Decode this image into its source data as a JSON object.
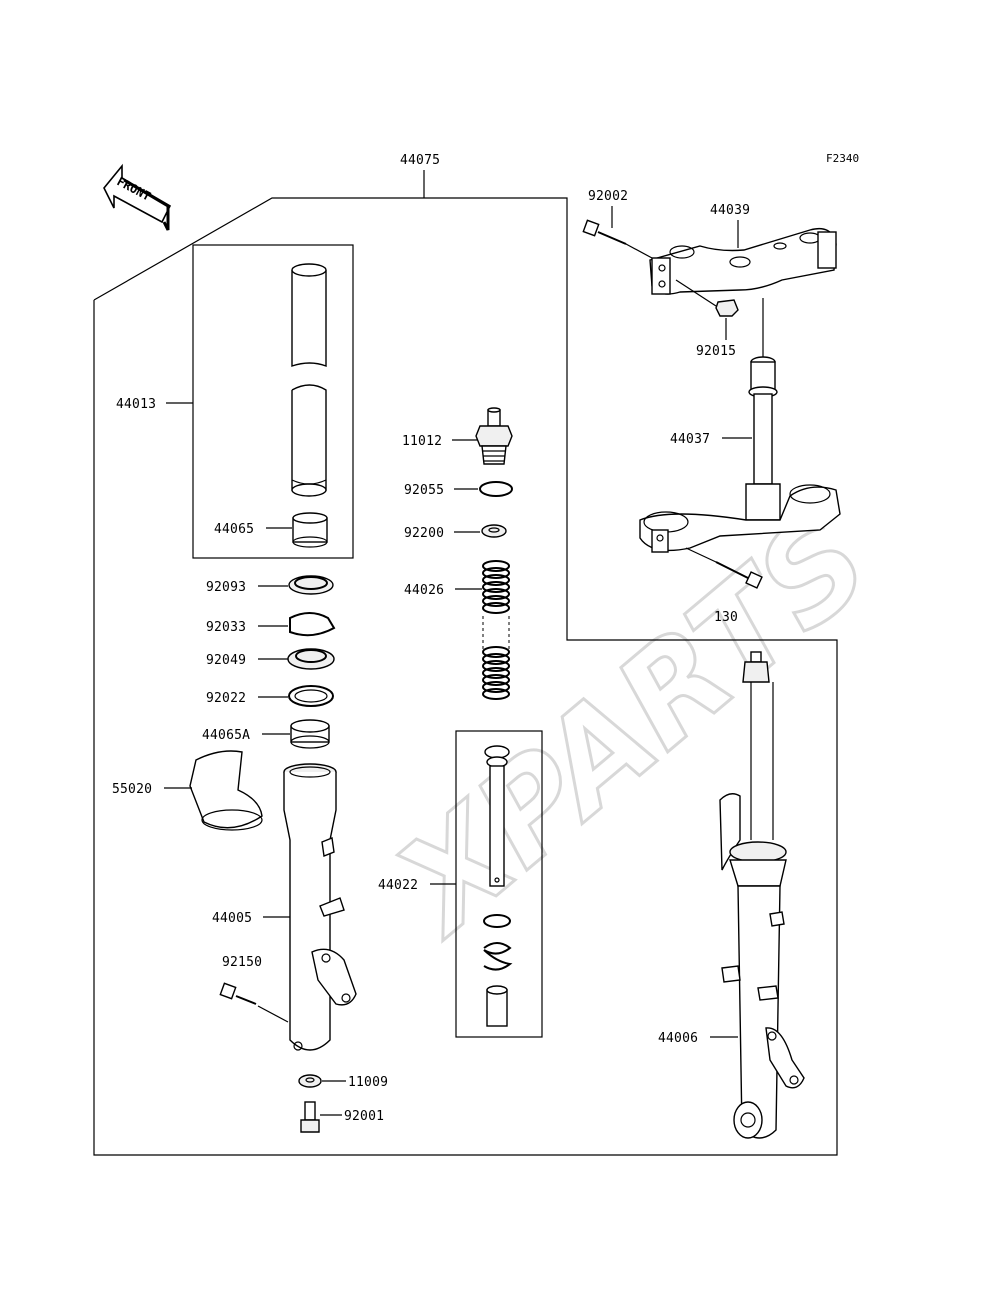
{
  "diagram": {
    "code": "F2340",
    "front_label": "FRONT",
    "watermark": "XPARTS",
    "labels": {
      "p44075": "44075",
      "p92002": "92002",
      "p44039": "44039",
      "p92015": "92015",
      "p44037": "44037",
      "p130": "130",
      "p44013": "44013",
      "p44065": "44065",
      "p11012": "11012",
      "p92055": "92055",
      "p92200": "92200",
      "p44026": "44026",
      "p92093": "92093",
      "p92033": "92033",
      "p92049": "92049",
      "p92022": "92022",
      "p44065A": "44065A",
      "p55020": "55020",
      "p44022": "44022",
      "p44005": "44005",
      "p92150": "92150",
      "p11009": "11009",
      "p92001": "92001",
      "p44006": "44006"
    }
  }
}
